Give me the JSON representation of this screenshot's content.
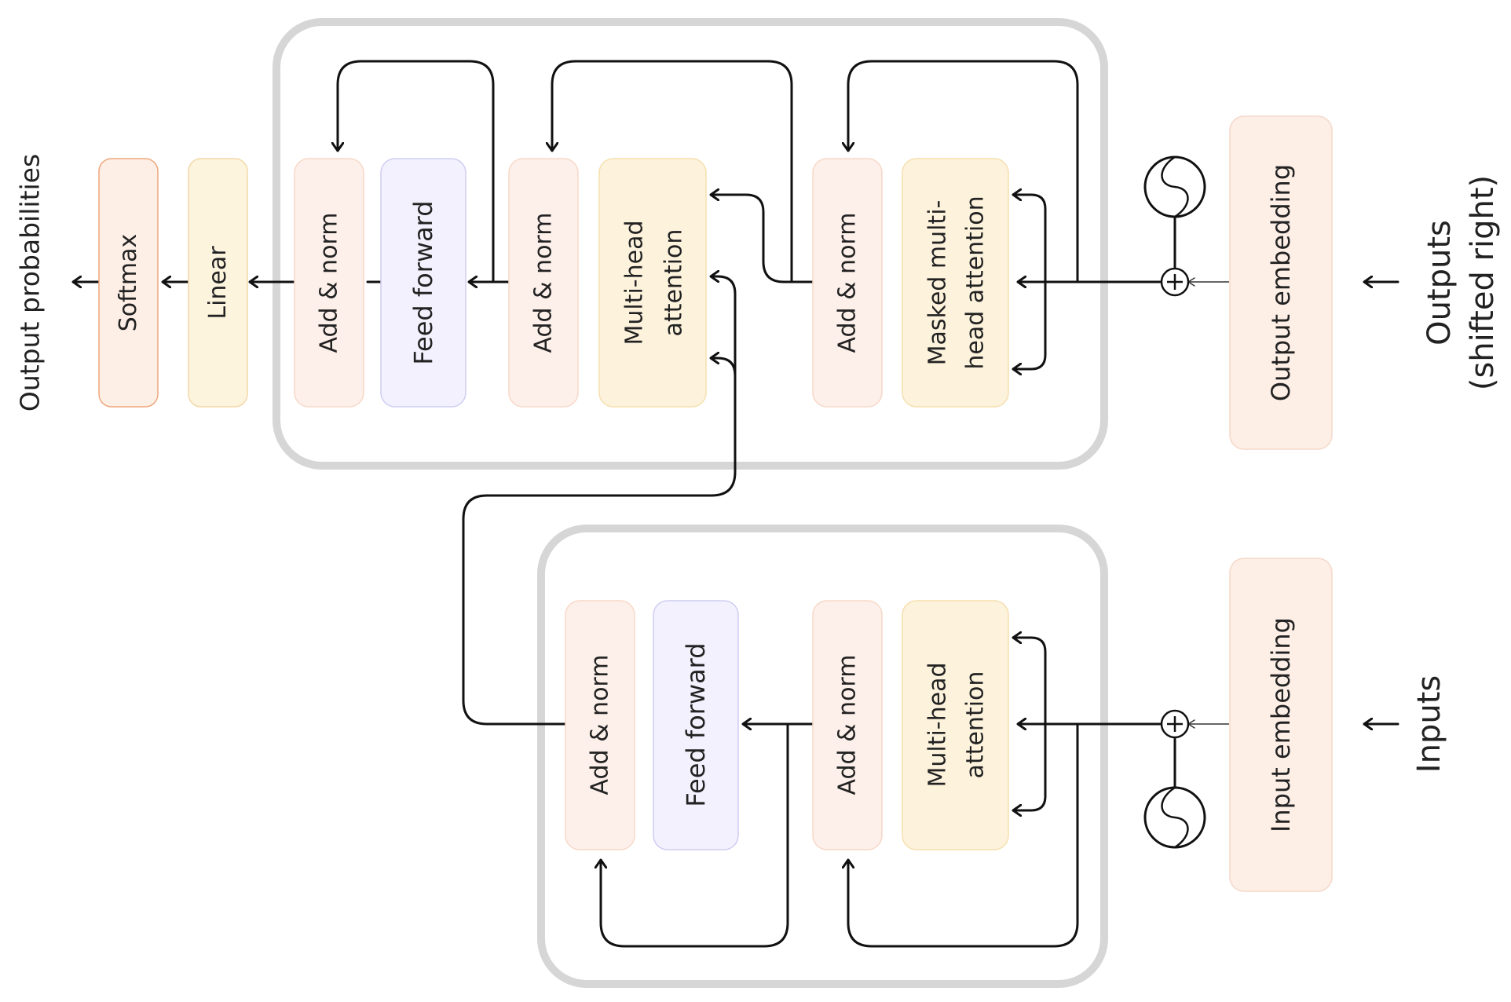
{
  "labels": {
    "output_probabilities": "Output probabilities",
    "outputs_line1": "Outputs",
    "outputs_line2": "(shifted right)",
    "inputs": "Inputs"
  },
  "decoder": {
    "softmax": "Softmax",
    "linear": "Linear",
    "add_norm_3": "Add & norm",
    "feed_forward": "Feed forward",
    "add_norm_2": "Add & norm",
    "cross_attention_line1": "Multi-head",
    "cross_attention_line2": "attention",
    "add_norm_1": "Add & norm",
    "masked_attention_line1": "Masked multi-",
    "masked_attention_line2": "head attention",
    "output_embedding": "Output embedding"
  },
  "encoder": {
    "add_norm_2": "Add & norm",
    "feed_forward": "Feed forward",
    "add_norm_1": "Add & norm",
    "attention_line1": "Multi-head",
    "attention_line2": "attention",
    "input_embedding": "Input embedding"
  },
  "colors": {
    "frame": "#d6d6d6",
    "add_norm_fill": "#fdf0ea",
    "add_norm_stroke": "#f7d8c8",
    "feed_forward_fill": "#f2f1fd",
    "feed_forward_stroke": "#cfcdf2",
    "attention_fill": "#fdf3dd",
    "attention_stroke": "#f5dfae",
    "softmax_fill": "#fdeee6",
    "softmax_stroke": "#eea77d",
    "linear_fill": "#fdf4de",
    "linear_stroke": "#f2d8a8",
    "embedding_fill": "#fdeee6",
    "embedding_stroke": "#f5d8c8",
    "line": "#111111"
  },
  "icons": {
    "positional_encoding": "sine-wave-circle-icon",
    "add": "circled-plus-icon"
  }
}
